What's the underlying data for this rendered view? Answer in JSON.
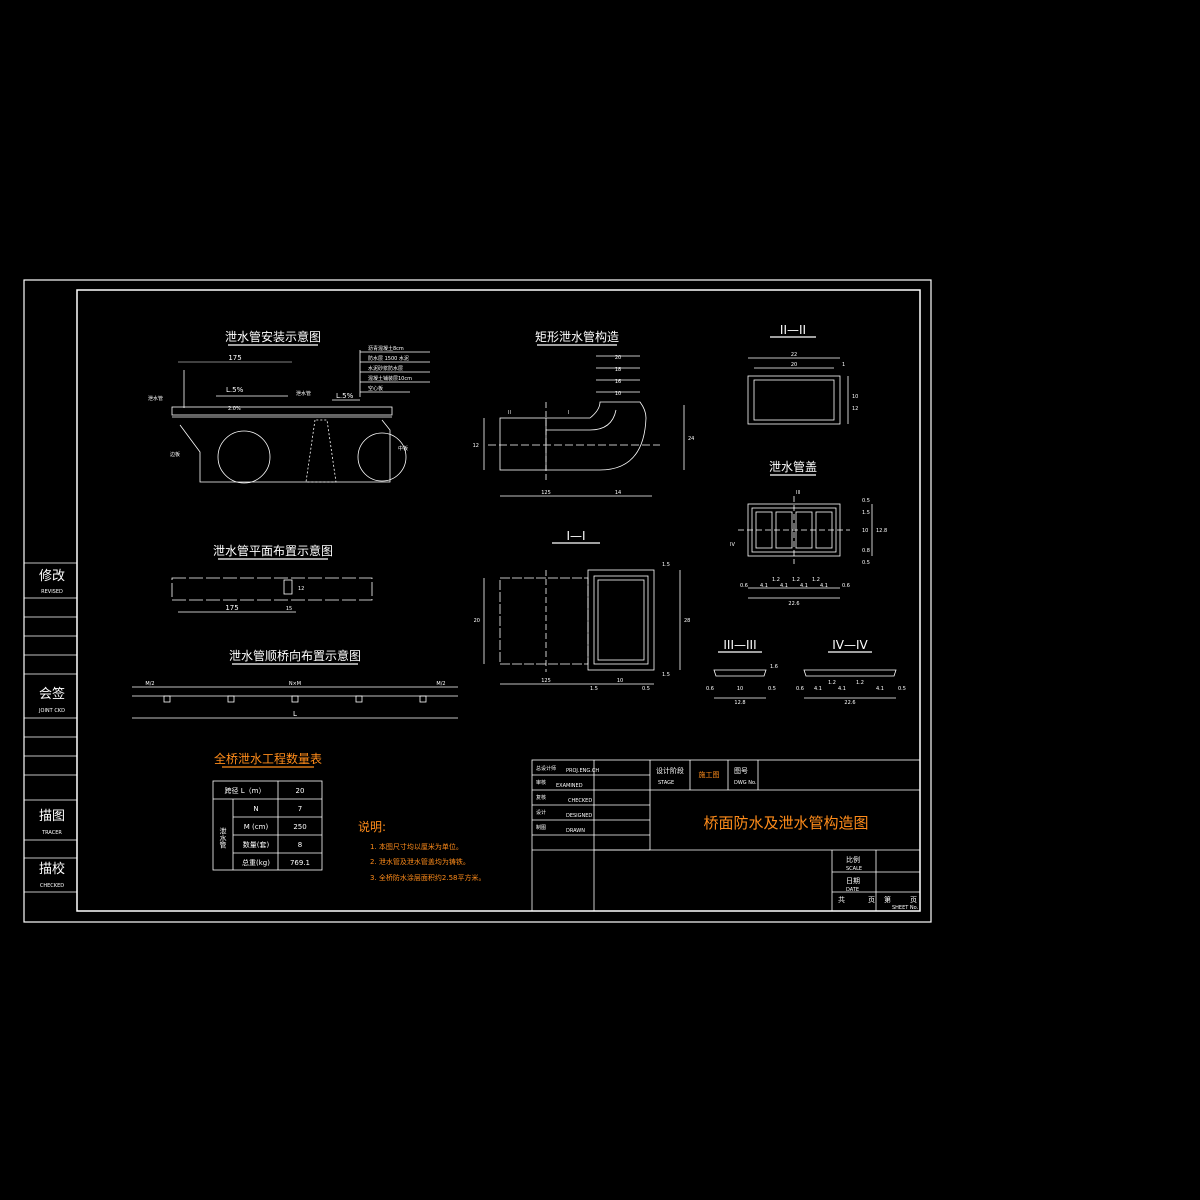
{
  "colors": {
    "background": "#000000",
    "lines": "#ffffff",
    "accent": "#ff8c1a"
  },
  "sidebar": {
    "revise": "修改",
    "revise_en": "REVISED",
    "joint_sign": "会签",
    "joint_sign_en": "JOINT CKD",
    "trace": "描图",
    "trace_en": "TRACER",
    "check": "描校",
    "check_en": "CHECKED"
  },
  "views": {
    "install": {
      "title": "泄水管安装示意图",
      "dim_175": "175",
      "slope_left": "L.5%",
      "slope_right": "L.5%",
      "slope_mid": "2.0%",
      "label_drain": "泄水管",
      "label_left": "边板",
      "label_right": "中板",
      "label_fill": "泄水管",
      "layers": [
        "沥青混凝土8cm",
        "防水层 1500 水泥",
        "水泥砂浆防水层",
        "混凝土铺装层10cm",
        "空心板"
      ]
    },
    "plan": {
      "title": "泄水管平面布置示意图",
      "dim_a": "175",
      "dim_b": "15",
      "dim_c": "12"
    },
    "long": {
      "title": "泄水管顺桥向布置示意图",
      "dim_l2a": "M/2",
      "dim_m": "N×M",
      "dim_l2b": "M/2",
      "dim_l": "L"
    },
    "rect": {
      "title": "矩形泄水管构造",
      "dims_top": [
        "20",
        "18",
        "16",
        "10"
      ],
      "dim_left": "12",
      "dim_right": "24",
      "dim_bot_a": "125",
      "dim_bot_b": "14",
      "sec_I": "I",
      "sec_II": "II"
    },
    "sec1": {
      "title": "I—I",
      "dim_h_left": "20",
      "dim_h_right": "28",
      "dim_bot_a": "125",
      "dim_bot_b": "10",
      "dim_small": [
        "1.5",
        "1.5",
        "0.5",
        "1.5"
      ]
    },
    "sec2": {
      "title": "II—II",
      "dim_w_out": "22",
      "dim_w_in": "20",
      "dim_side": "1",
      "dim_h": [
        "10",
        "12"
      ]
    },
    "cover": {
      "title": "泄水管盖",
      "sec_mark_III": "III",
      "sec_mark_IV": "IV",
      "dims_bottom": [
        "0.6",
        "4.1",
        "1.2",
        "4.1",
        "1.2",
        "4.1",
        "1.2",
        "4.1",
        "0.6"
      ],
      "dim_total": "22.6",
      "dims_right": [
        "0.5",
        "1.5",
        "10",
        "0.8",
        "0.5"
      ],
      "dim_h_total": "12.8"
    },
    "sec3": {
      "title": "III—III",
      "dims": [
        "0.6",
        "10",
        "0.5"
      ],
      "dim_total": "12.8",
      "dim_h": "1.6"
    },
    "sec4": {
      "title": "IV—IV",
      "dims": [
        "0.6",
        "4.1",
        "1.2",
        "4.1",
        "1.2",
        "4.1",
        "0.5"
      ],
      "dim_total": "22.6"
    }
  },
  "qty_table": {
    "title": "全桥泄水工程数量表",
    "header": [
      "跨径 L（m）",
      "20"
    ],
    "group": "泄水管",
    "rows": [
      {
        "label": "N",
        "value": "7"
      },
      {
        "label": "M (cm)",
        "value": "250"
      },
      {
        "label": "数量(套)",
        "value": "8"
      },
      {
        "label": "总重(kg)",
        "value": "769.1"
      }
    ]
  },
  "notes": {
    "heading": "说明:",
    "items": [
      "1. 本图尺寸均以厘米为单位。",
      "2. 泄水管及泄水管盖均为铸铁。",
      "3. 全桥防水涂层面积约2.58平方米。"
    ]
  },
  "title_block": {
    "row_labels": [
      "总设计师",
      "审核",
      "复核",
      "设计",
      "制图"
    ],
    "row_en": [
      "PROJ.ENG.CH",
      "EXAMINED",
      "CHECKED",
      "DESIGNED",
      "DRAWN"
    ],
    "phase_label": "设计阶段",
    "phase_label_en": "STAGE",
    "phase_value": "施工图",
    "drawing_no_label": "图号",
    "drawing_no_en": "DWG No.",
    "drawing_title": "桥面防水及泄水管构造图",
    "scale_label": "比例",
    "scale_en": "SCALE",
    "date_label": "日期",
    "date_en": "DATE",
    "sheet_total": "共",
    "sheet_page": "页",
    "sheet_no": "第",
    "sheet_page2": "页",
    "sheet_en": "SHEET No."
  }
}
